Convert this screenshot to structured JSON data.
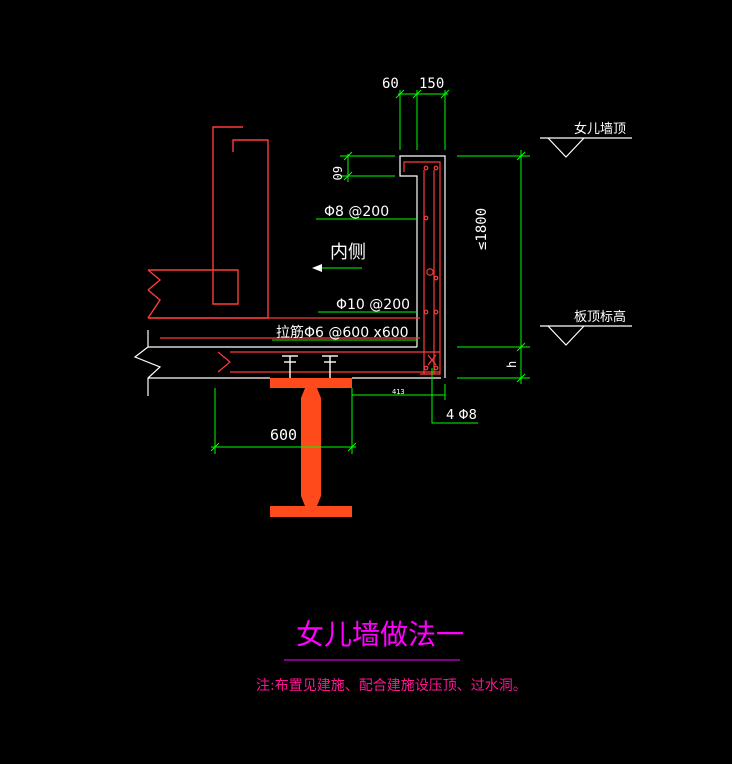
{
  "drawing": {
    "title": "女儿墙做法一",
    "note": "注:布置见建施、配合建施设压顶、过水洞。"
  },
  "dimensions": {
    "top_60": "60",
    "top_150": "150",
    "left_60": "60",
    "height": "≤1800",
    "h": "h",
    "width_600": "600",
    "small_413": "413"
  },
  "rebar_labels": {
    "vertical": "Φ8 @200",
    "inner_side": "内侧",
    "horizontal": "Φ10 @200",
    "tie_bar": "拉筋Φ6 @600 x600",
    "bottom_bars": "4 Φ8"
  },
  "elevations": {
    "parapet_top": "女儿墙顶",
    "roof_slab": "板顶标高"
  },
  "colors": {
    "background": "#000000",
    "outline": "#ffffff",
    "dimension": "#00ff00",
    "rebar": "#ff3b3b",
    "steel_beam": "#ff4a1c",
    "title": "#ff00ff",
    "note": "#ff1493"
  }
}
